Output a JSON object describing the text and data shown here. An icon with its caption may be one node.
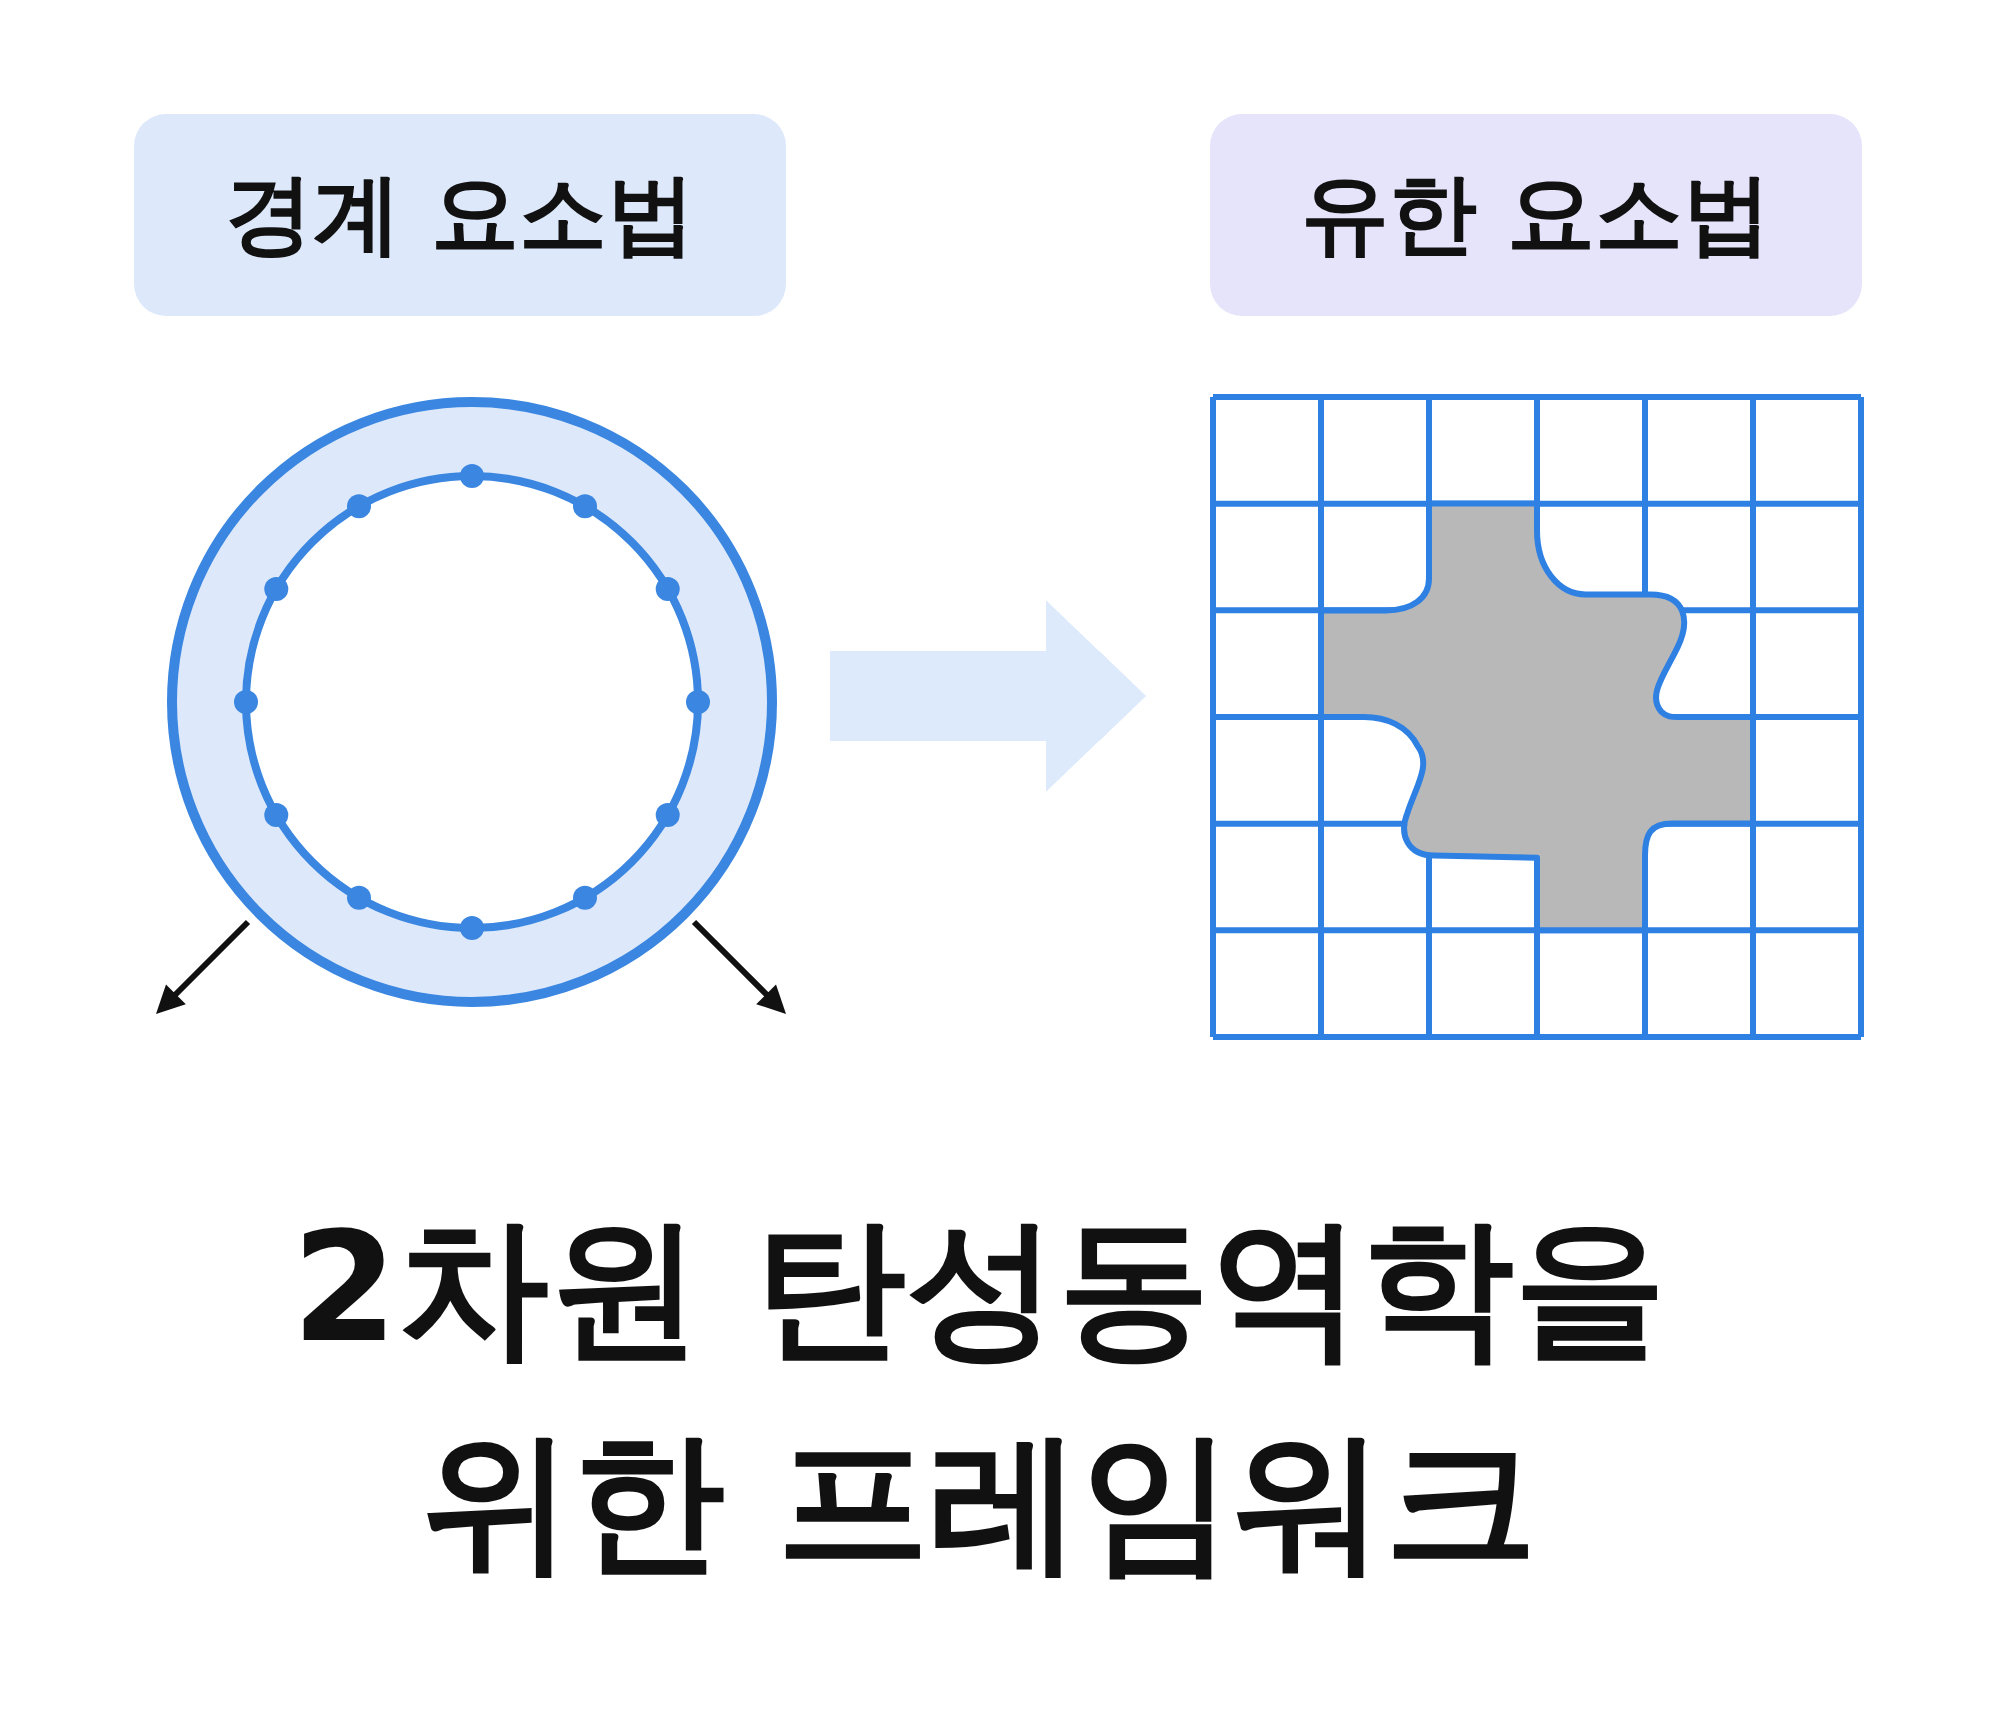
{
  "diagram": {
    "title": "2차원 탄성동역학을 위한 프레임워크",
    "nodes": [
      {
        "text": [
          "경계 요소법"
        ]
      },
      {
        "text": [
          "유한 요소법"
        ]
      },
      {
        "text": [],
        "shape": "picture"
      },
      {
        "text": [],
        "shape": "picture"
      }
    ],
    "edges": [
      {
        "from": 2,
        "to": 3,
        "arrow": "to",
        "color": "#ddeafb"
      }
    ]
  }
}
